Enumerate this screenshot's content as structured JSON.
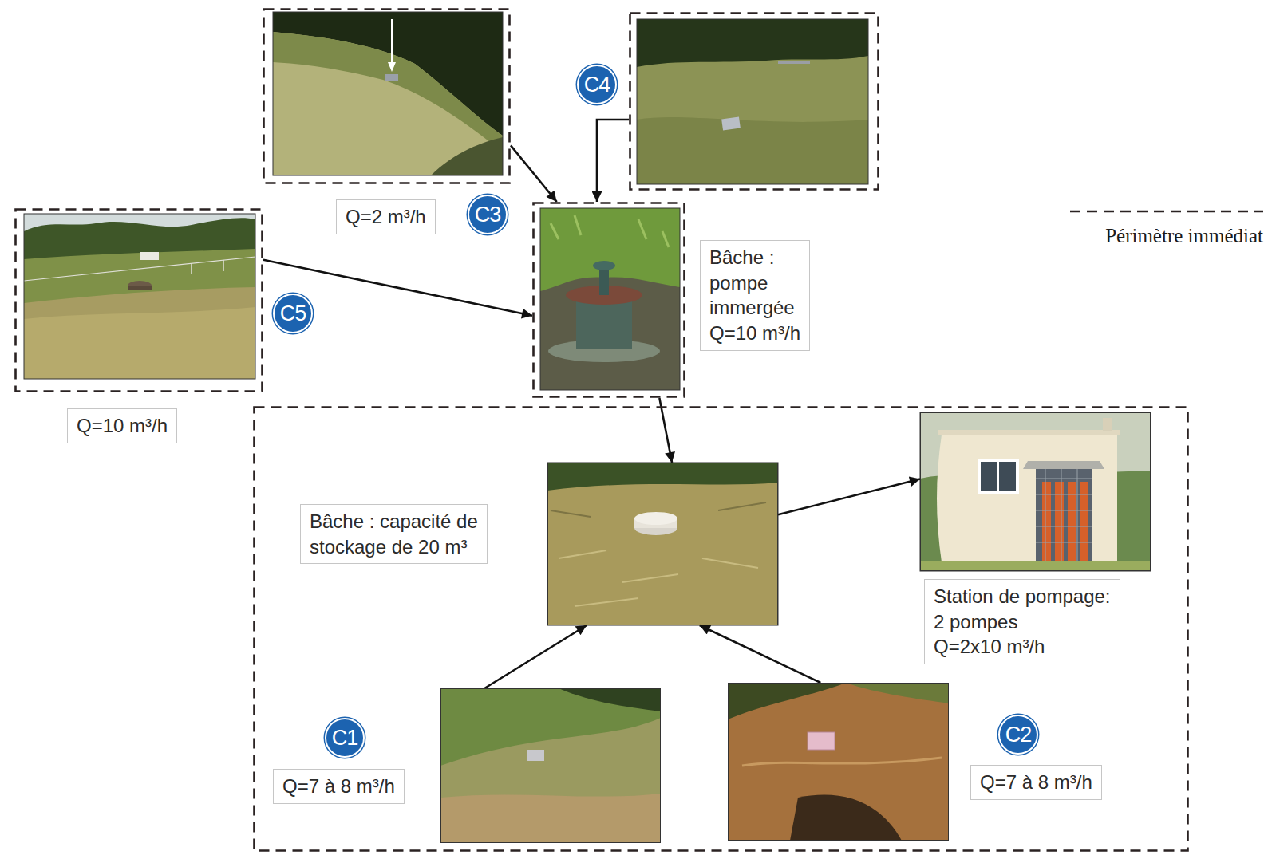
{
  "diagram": {
    "nodes": [
      {
        "text": [
          "C3",
          "Q=2 m³/h"
        ]
      },
      {
        "text": [
          "C4"
        ]
      },
      {
        "text": [
          "C5",
          "Q=10 m³/h"
        ]
      },
      {
        "text": [
          "Bâche : pompe immergée Q=10 m³/h"
        ]
      },
      {
        "text": []
      },
      {
        "text": [
          "Bâche : capacité de stockage de 20 m³"
        ],
        "in": 4
      },
      {
        "text": [
          "Station de pompage: 2 pompes Q=2x10 m³/h"
        ],
        "in": 4
      },
      {
        "text": [
          "C1",
          "Q=7 à 8 m³/h"
        ],
        "in": 4
      },
      {
        "text": [
          "C2",
          "Q=7 à 8 m³/h"
        ],
        "in": 4
      }
    ],
    "edges": [
      {
        "from": 0,
        "to": 3,
        "arrow": "to"
      },
      {
        "from": 1,
        "to": 3,
        "arrow": "to"
      },
      {
        "from": 2,
        "to": 3,
        "arrow": "to"
      },
      {
        "from": 3,
        "to": 5,
        "arrow": "to"
      },
      {
        "from": 5,
        "to": 6,
        "arrow": "to"
      },
      {
        "from": 7,
        "to": 5,
        "arrow": "to"
      },
      {
        "from": 8,
        "to": 5,
        "arrow": "to"
      }
    ],
    "legend": [
      {
        "text": "Périmètre immédiat"
      }
    ]
  }
}
